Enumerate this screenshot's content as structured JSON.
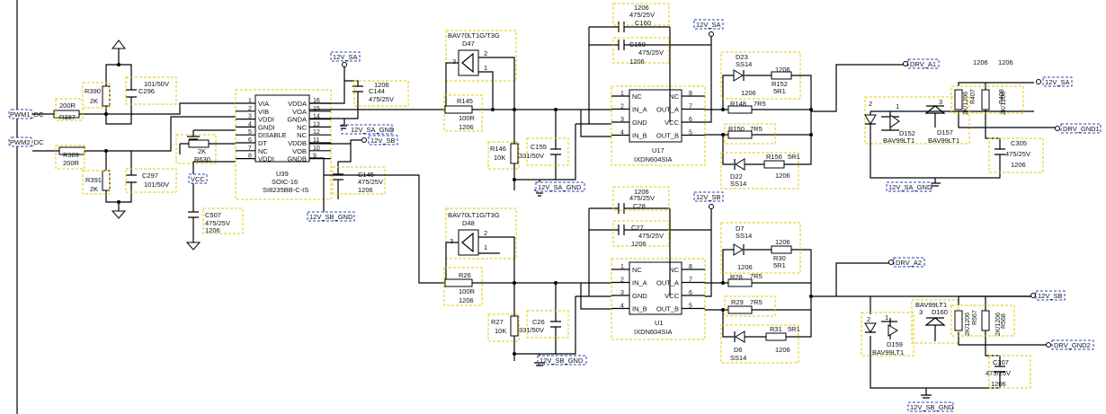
{
  "ic_u39": {
    "ref": "U39",
    "package": "SOIC-16",
    "part": "SI8235BB-C-IS",
    "left_pins": [
      {
        "num": "1",
        "name": "VIA"
      },
      {
        "num": "2",
        "name": "VIB"
      },
      {
        "num": "3",
        "name": "VDDI"
      },
      {
        "num": "4",
        "name": "GNDI"
      },
      {
        "num": "5",
        "name": "DISABLE"
      },
      {
        "num": "6",
        "name": "DT"
      },
      {
        "num": "7",
        "name": "NC"
      },
      {
        "num": "8",
        "name": "VDDI"
      }
    ],
    "right_pins": [
      {
        "num": "16",
        "name": "VDDA"
      },
      {
        "num": "15",
        "name": "VOA"
      },
      {
        "num": "14",
        "name": "GNDA"
      },
      {
        "num": "13",
        "name": "NC"
      },
      {
        "num": "12",
        "name": "NC"
      },
      {
        "num": "11",
        "name": "VDDB"
      },
      {
        "num": "10",
        "name": "VOB"
      },
      {
        "num": "9",
        "name": "GNDB"
      }
    ]
  },
  "driver_u17": {
    "ref": "U17",
    "part": "IXDN604SIA",
    "left_pins": [
      {
        "num": "1",
        "name": "NC"
      },
      {
        "num": "2",
        "name": "IN_A"
      },
      {
        "num": "3",
        "name": "GND"
      },
      {
        "num": "4",
        "name": "IN_B"
      }
    ],
    "right_pins": [
      {
        "num": "8",
        "name": "NC"
      },
      {
        "num": "7",
        "name": "OUT_A"
      },
      {
        "num": "6",
        "name": "VCC"
      },
      {
        "num": "5",
        "name": "OUT_B"
      }
    ]
  },
  "driver_u1": {
    "ref": "U1",
    "part": "IXDN604SIA",
    "left_pins": [
      {
        "num": "1",
        "name": "NC"
      },
      {
        "num": "2",
        "name": "IN_A"
      },
      {
        "num": "3",
        "name": "GND"
      },
      {
        "num": "4",
        "name": "IN_B"
      }
    ],
    "right_pins": [
      {
        "num": "8",
        "name": "NC"
      },
      {
        "num": "7",
        "name": "OUT_A"
      },
      {
        "num": "6",
        "name": "VCC"
      },
      {
        "num": "5",
        "name": "OUT_B"
      }
    ]
  },
  "nets": {
    "pwm1": "PWM1_DC",
    "pwm2": "PWM2_DC",
    "vcc": "VCC",
    "v12sa_top": "12V_SA",
    "v12sa_gnd_u39": "12V_SA_GND",
    "v12sb_u39": "12V_SB",
    "v12sb_gnd_u39": "12V_SB_GND",
    "v12sa_u17": "12V_SA",
    "v12sa_gnd_u17": "12V_SA_GND",
    "v12sb_u1": "12V_SB",
    "v12sb_gnd_u1": "12V_SB_GND",
    "drv_a1": "DRV_A1",
    "v12sa_right": "12V_SA",
    "drv_gnd1": "DRV_GND1",
    "v12sa_gnd_right": "12V_SA_GND",
    "drv_a2": "DRV_A2",
    "v12sb_right": "12V_SB",
    "drv_gnd2": "DRV_GND2",
    "v12sb_gnd_right": "12V_SB_GND"
  },
  "labels": {
    "r390": "R390",
    "r390_v": "2K",
    "c296": "C296",
    "c296_v": "101/50V",
    "r387": "R387",
    "r387_v": "200R",
    "r389": "R389",
    "r389_v": "200R",
    "r391": "R391",
    "r391_v": "2K",
    "c297": "C297",
    "c297_v": "101/50V",
    "r630": "R630",
    "r630_v": "2K",
    "c507": "C507",
    "c507_v": "475/25V",
    "c507_p": "1206",
    "c144": "C144",
    "c144_v": "475/25V",
    "c144_p": "1206",
    "c145": "C145",
    "c145_v": "475/25V",
    "c145_p": "1206",
    "d47": "D47",
    "d47_part": "BAV70LT1G/T3G",
    "d48": "D48",
    "d48_part": "BAV70LT1G/T3G",
    "pin3": "3",
    "pin2": "2",
    "pin1": "1",
    "r145": "R145",
    "r145_v": "100R",
    "r145_p": "1206",
    "r26": "R26",
    "r26_v": "100R",
    "r26_p": "1206",
    "r146": "R146",
    "r146_v": "10K",
    "r27": "R27",
    "r27_v": "10K",
    "c155": "C155",
    "c155_v": "331/50V",
    "c26": "C26",
    "c26_v": "331/50V",
    "c160": "C160",
    "c160_v": "475/25V",
    "c160_p": "1206",
    "c159": "C159",
    "c159_v": "475/25V",
    "c159_p": "1206",
    "c28": "C28",
    "c28_v": "475/25V",
    "c28_p": "1206",
    "c27": "C27",
    "c27_v": "475/25V",
    "c27_p": "1206",
    "d23": "D23",
    "d23_part": "SS14",
    "d23_p": "1206",
    "d22": "D22",
    "d22_part": "SS14",
    "d7": "D7",
    "d7_part": "SS14",
    "d7_p": "1206",
    "d6": "D6",
    "d6_part": "SS14",
    "r152": "R152",
    "r152_v": "5R1",
    "r152_p": "1206",
    "r148": "R148",
    "r148_v": "7R5",
    "r150": "R150",
    "r150_v": "7R5",
    "r156": "R156",
    "r156_v": "5R1",
    "r156_p": "1206",
    "r30": "R30",
    "r30_v": "5R1",
    "r30_p": "1206",
    "r28": "R28",
    "r28_v": "7R5",
    "r29": "R29",
    "r29_v": "7R5",
    "r31": "R31",
    "r31_v": "5R1",
    "r31_p": "1206",
    "d152": "D152",
    "d152_part": "BAV99LT1",
    "d157": "D157",
    "d157_part": "BAV99LT1",
    "d159": "D159",
    "d159_part": "BAV99LT1",
    "d160": "D160",
    "d160_part": "BAV99LT1",
    "r407": "R407",
    "r407_v": "2K/1206",
    "r408": "R408",
    "r408_v": "2K/1206",
    "r567": "R567",
    "r567_v": "2K/1206",
    "r568": "R568",
    "r568_v": "2K/1206",
    "p1206_a": "1206",
    "p1206_b": "1206",
    "c305": "C305",
    "c305_v": "475/25V",
    "c305_p": "1206",
    "c307": "C307",
    "c307_v": "475/25V",
    "c307_p": "1206"
  }
}
